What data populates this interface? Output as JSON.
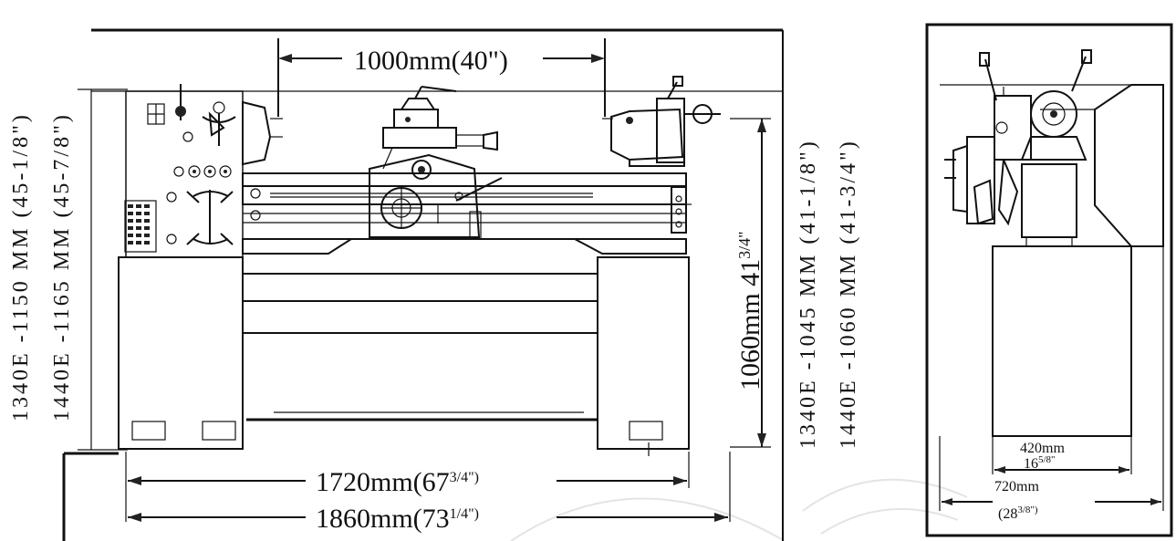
{
  "dimensions": {
    "left_height_1": "1340E -1150 MM (45-1/8\")",
    "left_height_2": "1440E -1165 MM (45-7/8\")",
    "between_centers": "1000mm(40\")",
    "height_right_mm": "1060mm ",
    "height_right_in_whole": "41",
    "height_right_in_frac": "3/4\"",
    "overall_length_1_prefix": "1720mm(67",
    "overall_length_1_frac": "3/4\")",
    "overall_length_2_prefix": "1860mm(73",
    "overall_length_2_frac": "1/4\")",
    "side_height_1": "1340E -1045 MM (41-1/8\")",
    "side_height_2": "1440E -1060 MM (41-3/4\")",
    "side_base_mm": "420mm",
    "side_base_in_whole": "16",
    "side_base_in_frac": "5/8\"",
    "side_depth_mm": "720mm",
    "side_depth_in_prefix": "(28",
    "side_depth_in_frac": "3/8\")"
  }
}
